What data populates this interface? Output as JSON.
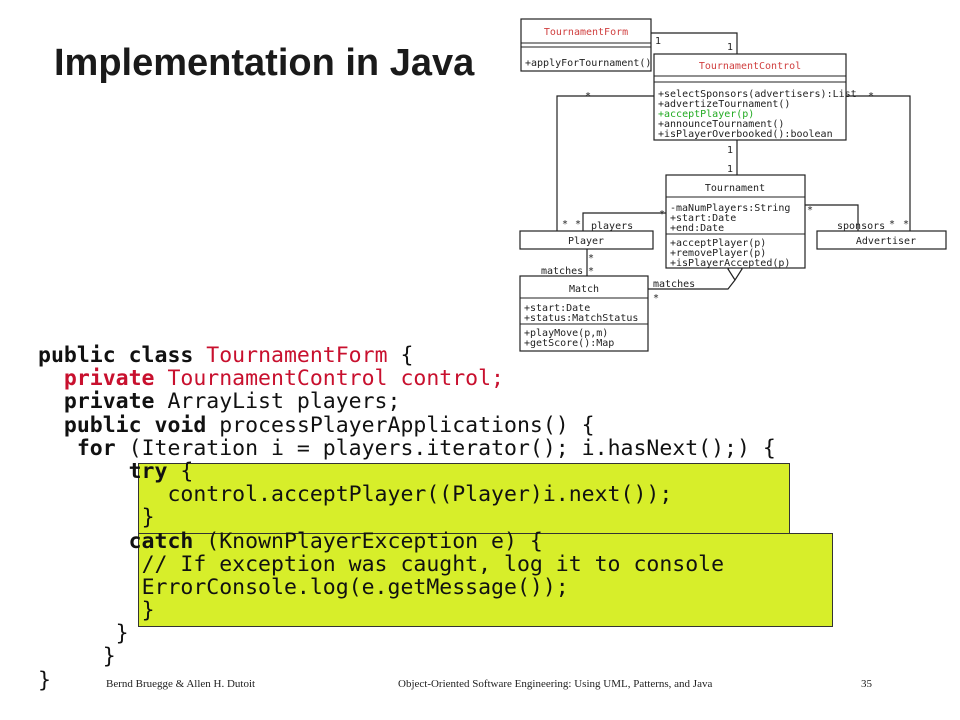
{
  "slide": {
    "title": "Implementation in Java",
    "footer_left": "Bernd Bruegge & Allen H. Dutoit",
    "footer_center": "Object-Oriented Software Engineering: Using UML, Patterns, and Java",
    "page_number": "35"
  },
  "colors": {
    "highlight": "#d7ee2a",
    "keyword_red": "#c8102e",
    "uml_red": "#d04040",
    "uml_green": "#22aa22"
  },
  "uml": {
    "classes": {
      "tournament_form": {
        "name": "TournamentForm",
        "operations": [
          "+applyForTournament()"
        ]
      },
      "tournament_control": {
        "name": "TournamentControl",
        "operations": [
          "+selectSponsors(advertisers):List",
          "+advertizeTournament()",
          "+acceptPlayer(p)",
          "+announceTournament()",
          "+isPlayerOverbooked():boolean"
        ]
      },
      "tournament": {
        "name": "Tournament",
        "attributes": [
          "-maNumPlayers:String",
          "+start:Date",
          "+end:Date"
        ],
        "operations": [
          "+acceptPlayer(p)",
          "+removePlayer(p)",
          "+isPlayerAccepted(p)"
        ]
      },
      "player": {
        "name": "Player"
      },
      "advertiser": {
        "name": "Advertiser"
      },
      "match": {
        "name": "Match",
        "attributes": [
          "+start:Date",
          "+status:MatchStatus"
        ],
        "operations": [
          "+playMove(p,m)",
          "+getScore():Map"
        ]
      }
    },
    "labels": {
      "one": "1",
      "many": "*",
      "players": "players",
      "sponsors": "sponsors",
      "matches": "matches"
    }
  },
  "code": {
    "class_decl": "public class",
    "class_name": "TournamentForm",
    "brace_open": " {",
    "private1": "private",
    "field1": "TournamentControl control;",
    "private2": "private",
    "field2": " ArrayList players;",
    "method_mods": "public void",
    "method_sig": " processPlayerApplications() {",
    "for_kw": "for",
    "for_body": " (Iteration i = players.iterator(); i.hasNext();) {",
    "try_kw": "try",
    "try_brace": " {",
    "call": "control.acceptPlayer((Player)i.next());",
    "close": "}",
    "catch_kw": "catch",
    "catch_body": " (KnownPlayerException e) {",
    "comment": "// If exception was caught, log it to console",
    "log_call": "ErrorConsole.log(e.getMessage());"
  }
}
